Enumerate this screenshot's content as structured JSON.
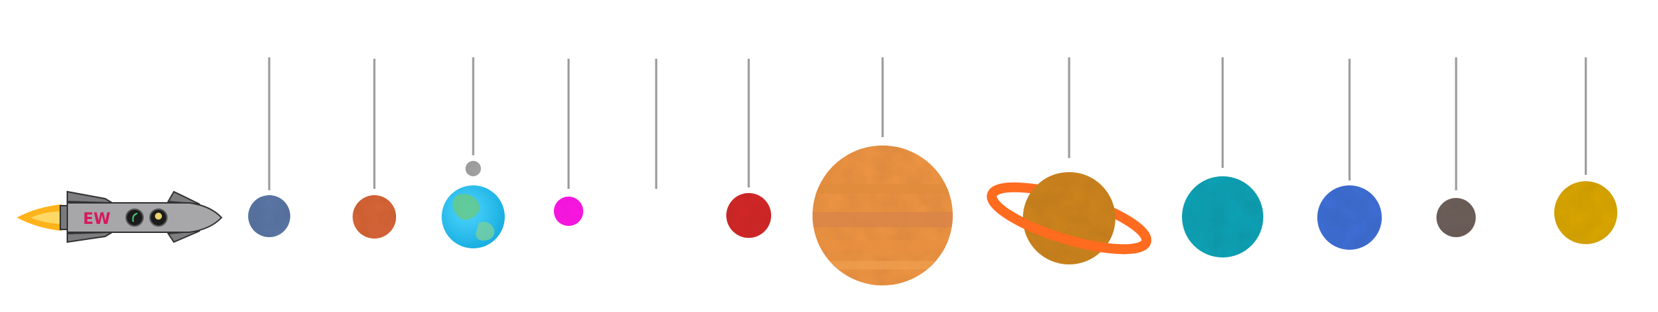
{
  "scene": {
    "background": "#ffffff",
    "string_color": "#9a9a9a"
  },
  "rocket": {
    "logo_text": "EW",
    "body_color": "#a7a7a9",
    "fin_color": "#7d7d80",
    "flame_color": "#ffb31a",
    "logo_color": "#d6195c"
  },
  "bodies": [
    {
      "name": "planet-1",
      "color": "#5c77a6",
      "texture": "plain"
    },
    {
      "name": "planet-2",
      "color": "#d96638",
      "texture": "plain"
    },
    {
      "name": "earth",
      "color": "#19b8e8",
      "texture": "continents"
    },
    {
      "name": "moon",
      "color": "#a5a5a5",
      "texture": "plain"
    },
    {
      "name": "planet-4",
      "color": "#ff1fe6",
      "texture": "plain"
    },
    {
      "name": "empty-string",
      "color": "",
      "texture": "none"
    },
    {
      "name": "planet-5",
      "color": "#d42a2a",
      "texture": "plain"
    },
    {
      "name": "gas-giant",
      "color": "#ef9545",
      "texture": "bands"
    },
    {
      "name": "ringed-planet",
      "color": "#cf8522",
      "texture": "ring",
      "ring_color": "#ff6b1f"
    },
    {
      "name": "planet-8",
      "color": "#16a3b6",
      "texture": "plain"
    },
    {
      "name": "planet-9",
      "color": "#3f6fd6",
      "texture": "plain"
    },
    {
      "name": "planet-10",
      "color": "#6e605b",
      "texture": "plain"
    },
    {
      "name": "planet-11",
      "color": "#dba70c",
      "texture": "plain"
    }
  ]
}
